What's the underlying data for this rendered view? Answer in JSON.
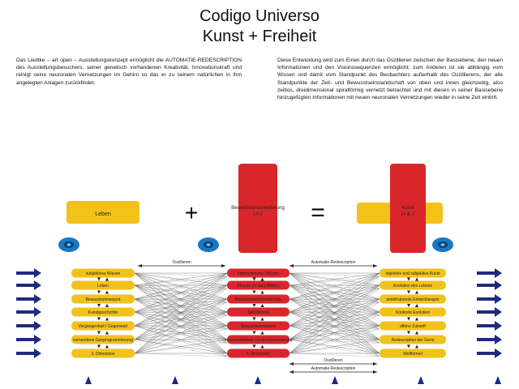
{
  "title_line1": "Codigo Universo",
  "title_line2": "Kunst + Freiheit",
  "para_left": "Das Liedtke – art open – Ausstellungskonzept ermöglicht die AUTOMATIE-REDESCRIPTION des Ausstellungsbesuchers, seiner genetisch vorhandenen Kreativität, Innovationskraft und reinigt seine neuronalen Vernetzungen im Gehirn so das er zu seinem natürlichen in ihm angelegten Anlagen zurückfindet.",
  "para_right": "Diese Entwicklung wird zum Einen durch das Oszillieren zwischen der Basisebene, den neuen Informationen und den Visionssequenzen ermöglicht; zum Anderen ist sie abhängig vom Wissen und damit vom Standpunkt des Beobachters außerhalb des Oszillierens, der alle Standpunkte der Zeit- und Bewusstseinslandschaft von oben und innen gleichzeitig, also zeitlos, dreidimensional spiralförmig vernetzt betrachtet und mit diesen in seiner Basisebene hinzugefügten Informationen mit neuen neuronalen Vernetzungen wieder in seine Zeit eintritt.",
  "equation": {
    "leben": "Leben",
    "plus": "+",
    "bewusstsein": "Bewußtseinserweiterung (+/-)",
    "equals": "=",
    "kunst": "Kunst (+ & -)"
  },
  "labels": {
    "oszillieren_top": "Oszillieren",
    "automatie_top": "Automatie-Redescription",
    "oszillieren_bottom": "Oszillieren",
    "automatie_bottom": "Automatie-Redescription"
  },
  "left_column": [
    "subjektives Wissen",
    "Leben",
    "Bewusstseinsstand",
    "Kunstgeschichte",
    "Vergangenheit / Gegenwart",
    "vorhandene Genprogrammierung",
    "3. Dimension"
  ],
  "middle_column": [
    "Informationen / Wissen",
    "Phasen (in den) Bildern",
    "Bewusstseinserweiterung",
    "Spiralformel",
    "Bewusstseinsstand",
    "neue/veränderte Genprogrammierung",
    "4. Dimension"
  ],
  "right_column": [
    "objektive und subjektive Kunst",
    "Evolution des Lebens",
    "anteilhabende Entwicklungen",
    "Konkrete Evolution",
    "offene Zukunft",
    "Redescription der Gene",
    "Weltformel"
  ],
  "colors": {
    "yellow": "#f2c21a",
    "red": "#d9262b",
    "blue": "#1a4f9c",
    "navy": "#1e2a80"
  }
}
